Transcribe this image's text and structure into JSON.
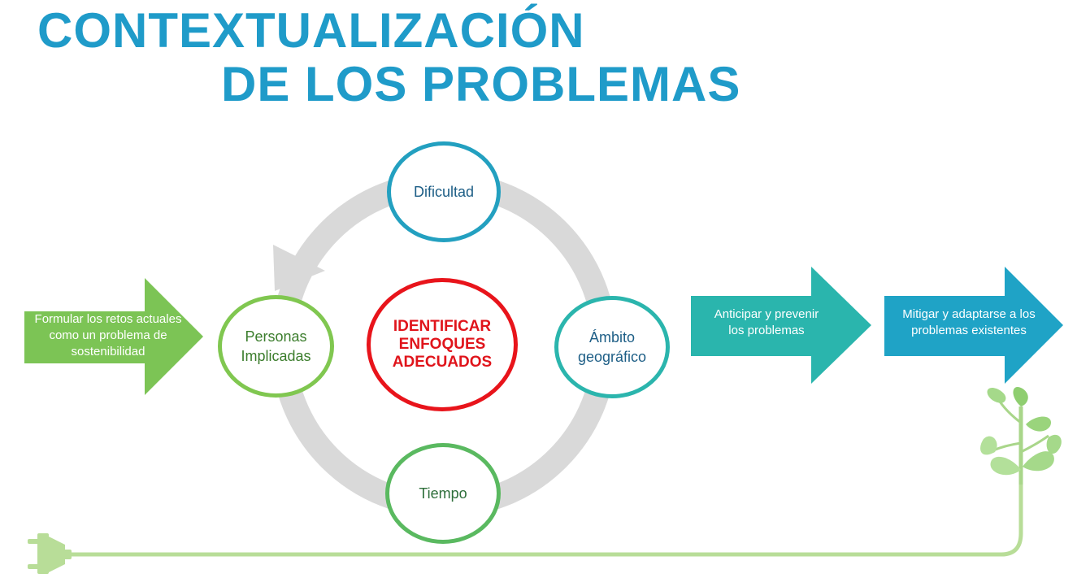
{
  "title": {
    "line1": "CONTEXTUALIZACIÓN",
    "line2": "DE LOS PROBLEMAS"
  },
  "cycle": {
    "center": {
      "line1": "IDENTIFICAR",
      "line2": "ENFOQUES",
      "line3": "ADECUADOS"
    },
    "nodes": {
      "dificultad": "Dificultad",
      "ambito": {
        "line1": "Ámbito",
        "line2": "geográfico"
      },
      "tiempo": "Tiempo",
      "personas": {
        "line1": "Personas",
        "line2": "Implicadas"
      }
    }
  },
  "arrows": {
    "formular": {
      "line1": "Formular los retos actuales",
      "line2": "como un problema de",
      "line3": "sostenibilidad"
    },
    "anticipar": {
      "line1": "Anticipar y prevenir",
      "line2": "los problemas"
    },
    "mitigar": {
      "line1": "Mitigar y adaptarse a los",
      "line2": "problemas existentes"
    }
  },
  "icons": [
    "plug-icon",
    "plant-sprout-icon",
    "cycle-arrow-icon"
  ],
  "colors": {
    "title": "#1f9bc9",
    "center_ring": "#e8141b",
    "ring_track": "#d9d9d9",
    "arrow_green": "#7cc455",
    "arrow_teal": "#2ab5ad",
    "arrow_blue": "#1fa3c6",
    "cable": "#b8dd98"
  }
}
